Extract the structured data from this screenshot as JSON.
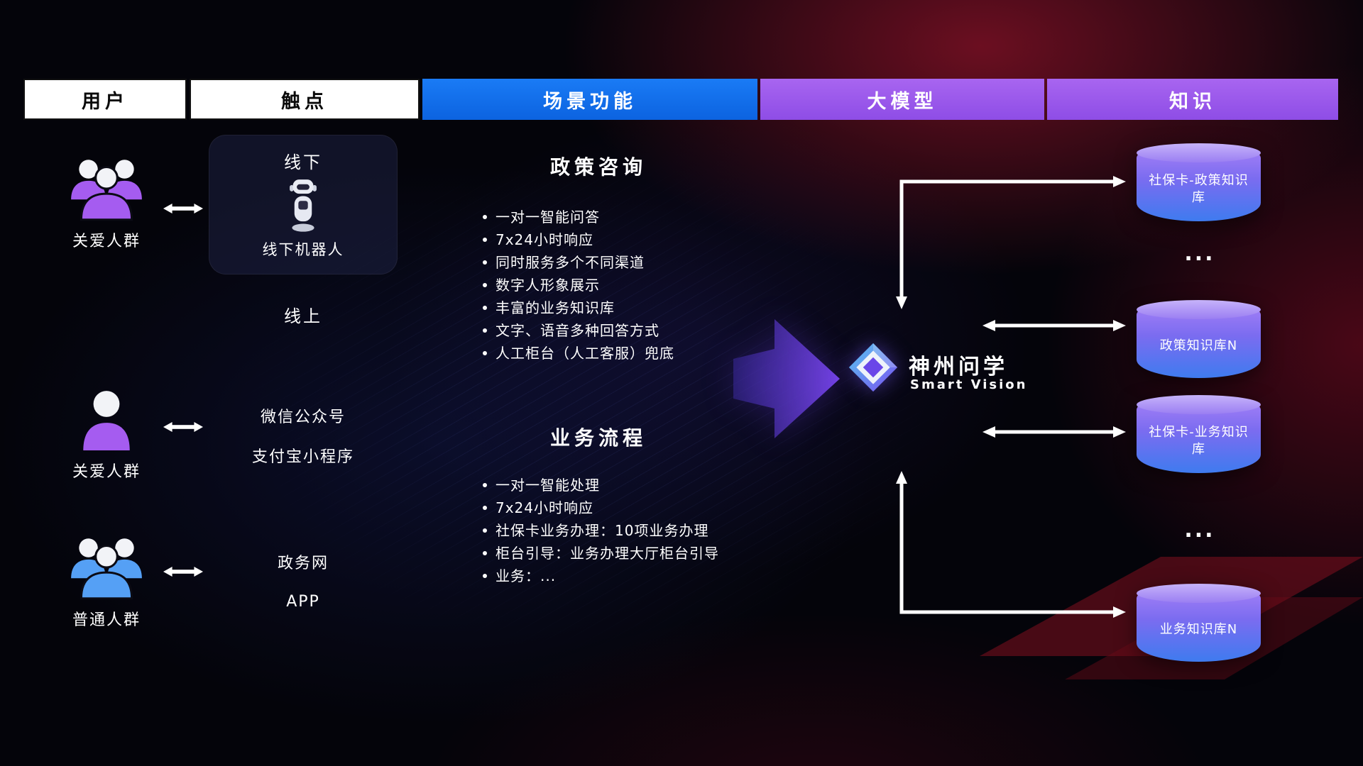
{
  "headers": [
    {
      "label": "用户",
      "style": "white"
    },
    {
      "label": "触点",
      "style": "white"
    },
    {
      "label": "场景功能",
      "style": "blue"
    },
    {
      "label": "大模型",
      "style": "purple"
    },
    {
      "label": "知识",
      "style": "purple"
    }
  ],
  "users": [
    {
      "label": "关爱人群",
      "icon": "users-group-icon",
      "color": "#a55cf0"
    },
    {
      "label": "关爱人群",
      "icon": "user-single-icon",
      "color": "#a55cf0"
    },
    {
      "label": "普通人群",
      "icon": "users-group-icon",
      "color": "#55a0f5"
    }
  ],
  "touchpoints": {
    "offline": {
      "title": "线下",
      "robot_label": "线下机器人",
      "icon": "robot-icon"
    },
    "online": {
      "title": "线上",
      "items": [
        "微信公众号",
        "支付宝小程序",
        "政务网",
        "APP"
      ]
    }
  },
  "scenarios": [
    {
      "title": "政策咨询",
      "items": [
        "一对一智能问答",
        "7x24小时响应",
        "同时服务多个不同渠道",
        "数字人形象展示",
        "丰富的业务知识库",
        "文字、语音多种回答方式",
        "人工柜台（人工客服）兜底"
      ]
    },
    {
      "title": "业务流程",
      "items": [
        "一对一智能处理",
        "7x24小时响应",
        "社保卡业务办理：10项业务办理",
        "柜台引导：业务办理大厅柜台引导",
        "业务：..."
      ]
    }
  ],
  "model": {
    "name": "神州问学",
    "subtitle": "Smart Vision",
    "icon": "diamond-logo-icon"
  },
  "knowledge": [
    {
      "label": "社保卡-政策知识库",
      "type": "db"
    },
    {
      "label": "...",
      "type": "ellipsis"
    },
    {
      "label": "政策知识库N",
      "type": "db"
    },
    {
      "label": "社保卡-业务知识库",
      "type": "db"
    },
    {
      "label": "...",
      "type": "ellipsis"
    },
    {
      "label": "业务知识库N",
      "type": "db"
    }
  ],
  "colors": {
    "header_blue": "#0c63e0",
    "header_purple": "#9a5cf0",
    "user_purple": "#a55cf0",
    "user_blue": "#55a0f5",
    "cylinder_top": "#c6b3fa",
    "cylinder_bottom": "#3f7bef",
    "flow_arrow_purple": "#6a3cf0",
    "connector_white": "#ffffff",
    "background_red": "#a00f28",
    "background_blue": "#26349f"
  }
}
